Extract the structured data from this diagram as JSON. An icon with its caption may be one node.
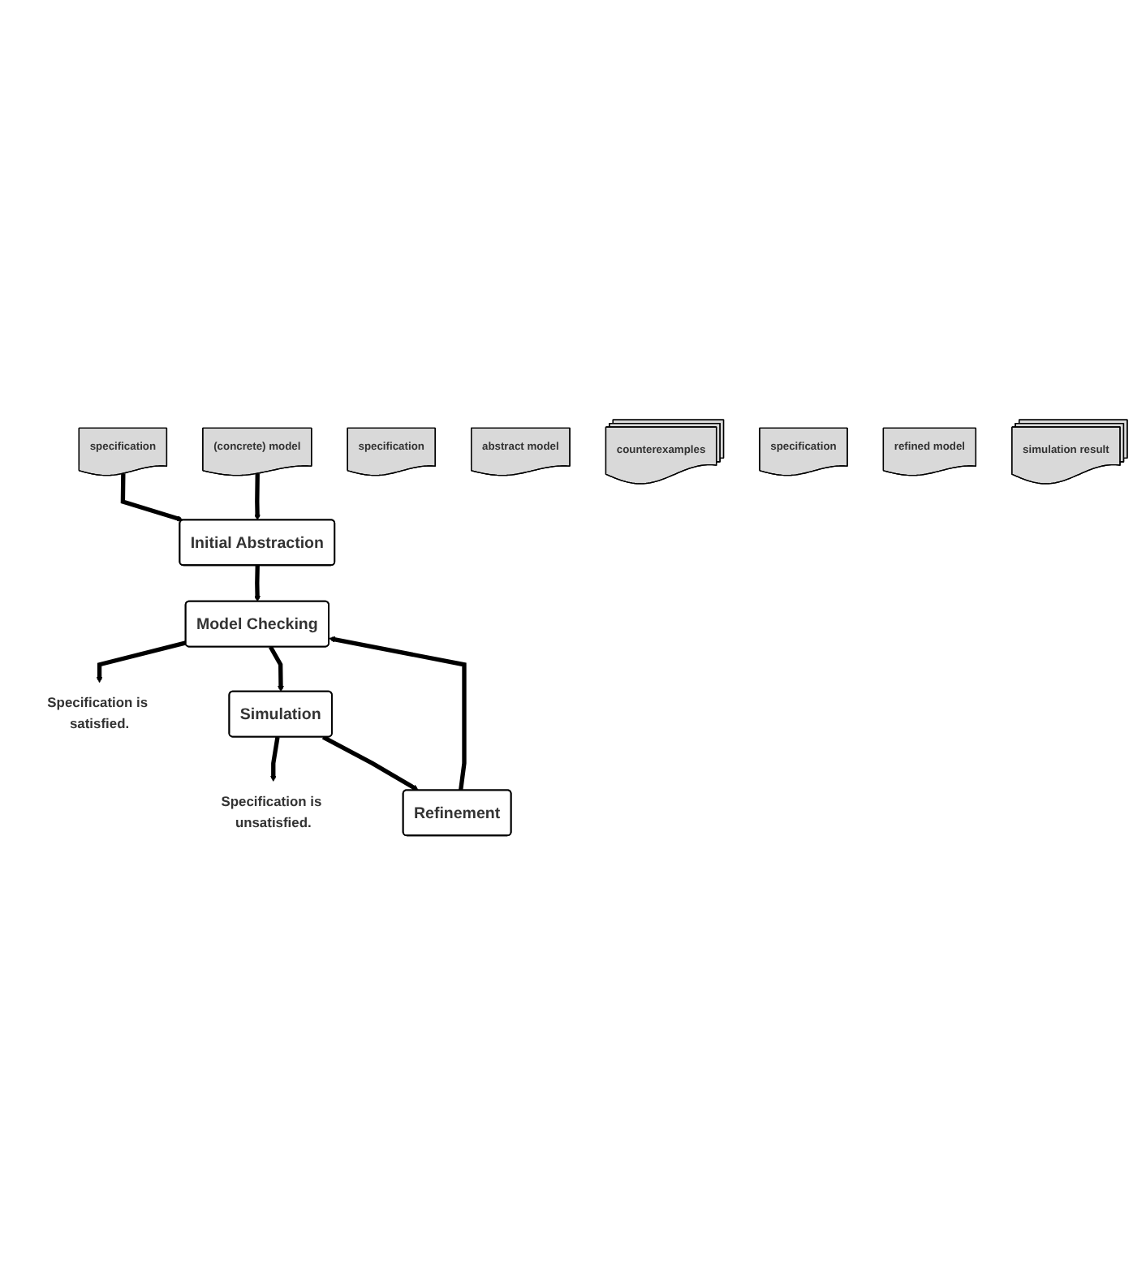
{
  "diagram": {
    "nodes": [
      {
        "text": [
          "specification"
        ]
      },
      {
        "text": [
          "(concrete) model"
        ]
      },
      {
        "text": [
          "Initial Abstraction"
        ]
      },
      {
        "text": [
          "specification"
        ]
      },
      {
        "text": [
          "abstract model"
        ]
      },
      {
        "text": [
          "Model Checking"
        ]
      },
      {
        "text": [
          "Specification is satisfied."
        ]
      },
      {
        "text": [
          "counterexamples"
        ]
      },
      {
        "text": [
          "Simulation"
        ]
      },
      {
        "text": [
          "specification"
        ]
      },
      {
        "text": [
          "refined model"
        ]
      },
      {
        "text": [
          "Refinement"
        ]
      },
      {
        "text": [
          "Specification is unsatisfied."
        ]
      },
      {
        "text": [
          "simulation result"
        ]
      }
    ],
    "edges": [
      {
        "from": 0,
        "to": 2,
        "arrow": "to"
      },
      {
        "from": 1,
        "to": 2,
        "arrow": "to"
      },
      {
        "from": 2,
        "to": 5,
        "arrow": "to"
      },
      {
        "from": 5,
        "to": 6,
        "arrow": "to"
      },
      {
        "from": 5,
        "to": 8,
        "arrow": "to"
      },
      {
        "from": 8,
        "to": 12,
        "arrow": "to"
      },
      {
        "from": 8,
        "to": 11,
        "arrow": "to"
      },
      {
        "from": 11,
        "to": 5,
        "arrow": "to"
      }
    ]
  }
}
